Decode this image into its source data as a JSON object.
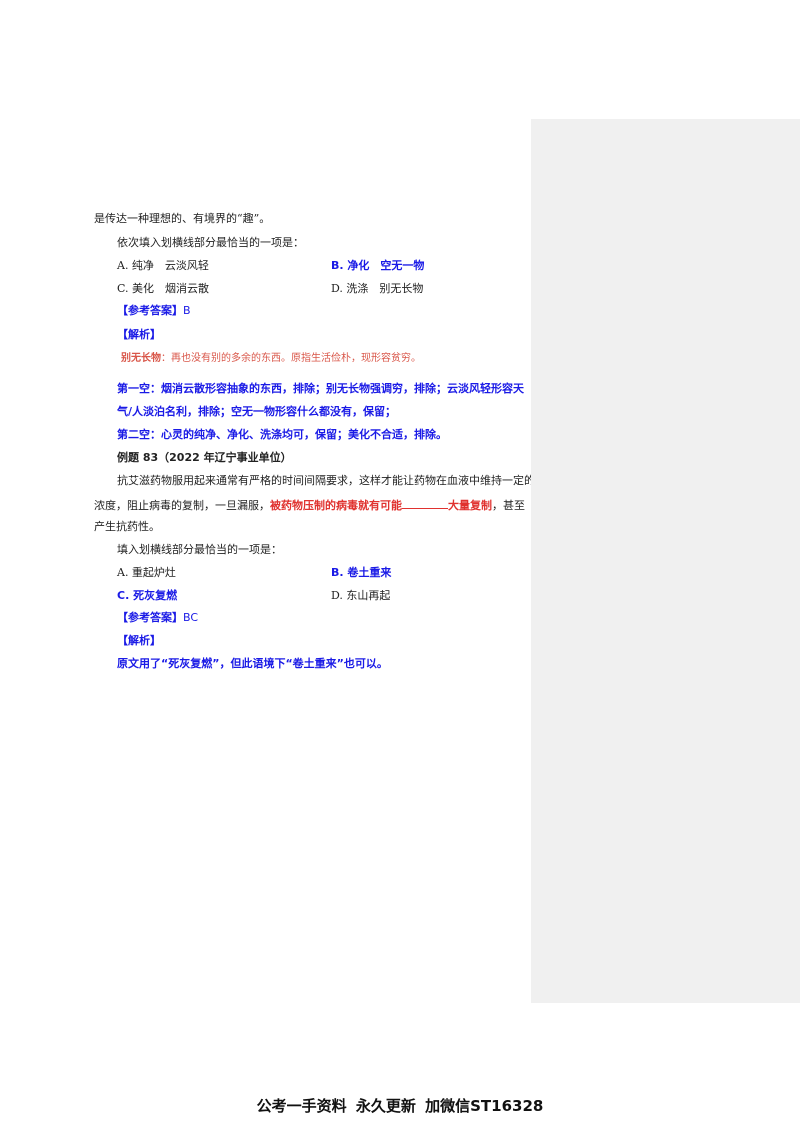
{
  "prev": {
    "line1": "是传达一种理想的、有境界的“趣”。",
    "question": "依次填入划横线部分最恰当的一项是：",
    "opt_a": "A. 纯净　云淡风轻",
    "opt_b": "B. 净化　空无一物",
    "opt_c": "C. 美化　烟消云散",
    "opt_d": "D. 洗涤　别无长物",
    "answer_label": "【参考答案】",
    "answer_value": "B",
    "analysis_label": "【解析】",
    "note_term": "别无长物",
    "note_text": "：再也没有别的多余的东西。原指生活俭朴，现形容贫穷。",
    "exp1_line1": "第一空：烟消云散形容抽象的东西，排除；别无长物强调穷，排除；云淡风轻形容天",
    "exp1_line2": "气/人淡泊名利，排除；空无一物形容什么都没有，保留；",
    "exp2": "第二空：心灵的纯净、净化、洗涤均可，保留；美化不合适，排除。"
  },
  "q83": {
    "title": "例题 83（2022 年辽宁事业单位）",
    "stem_line1": "抗艾滋药物服用起来通常有严格的时间间隔要求，这样才能让药物在血液中维持一定的",
    "stem_line2_pre": "浓度，阻止病毒的复制，一旦漏服，",
    "stem_line2_red1": "被药物压制的病毒就有可能",
    "stem_line2_red2": "大量复制",
    "stem_line2_post": "，甚至",
    "stem_line3": "产生抗药性。",
    "question": "填入划横线部分最恰当的一项是：",
    "opt_a": "A. 重起炉灶",
    "opt_b": "B. 卷土重来",
    "opt_c": "C. 死灰复燃",
    "opt_d": "D. 东山再起",
    "answer_label": "【参考答案】",
    "answer_value": "BC",
    "analysis_label": "【解析】",
    "explanation": "原文用了“死灰复燃”，但此语境下“卷土重来”也可以。"
  },
  "footer": {
    "part1": "公考一手资料",
    "part2": "永久更新",
    "part3": "加微信ST16328"
  },
  "colors": {
    "blue": "#1a1ae6",
    "red": "#e0322f",
    "sidebar": "#f0f0f0"
  }
}
